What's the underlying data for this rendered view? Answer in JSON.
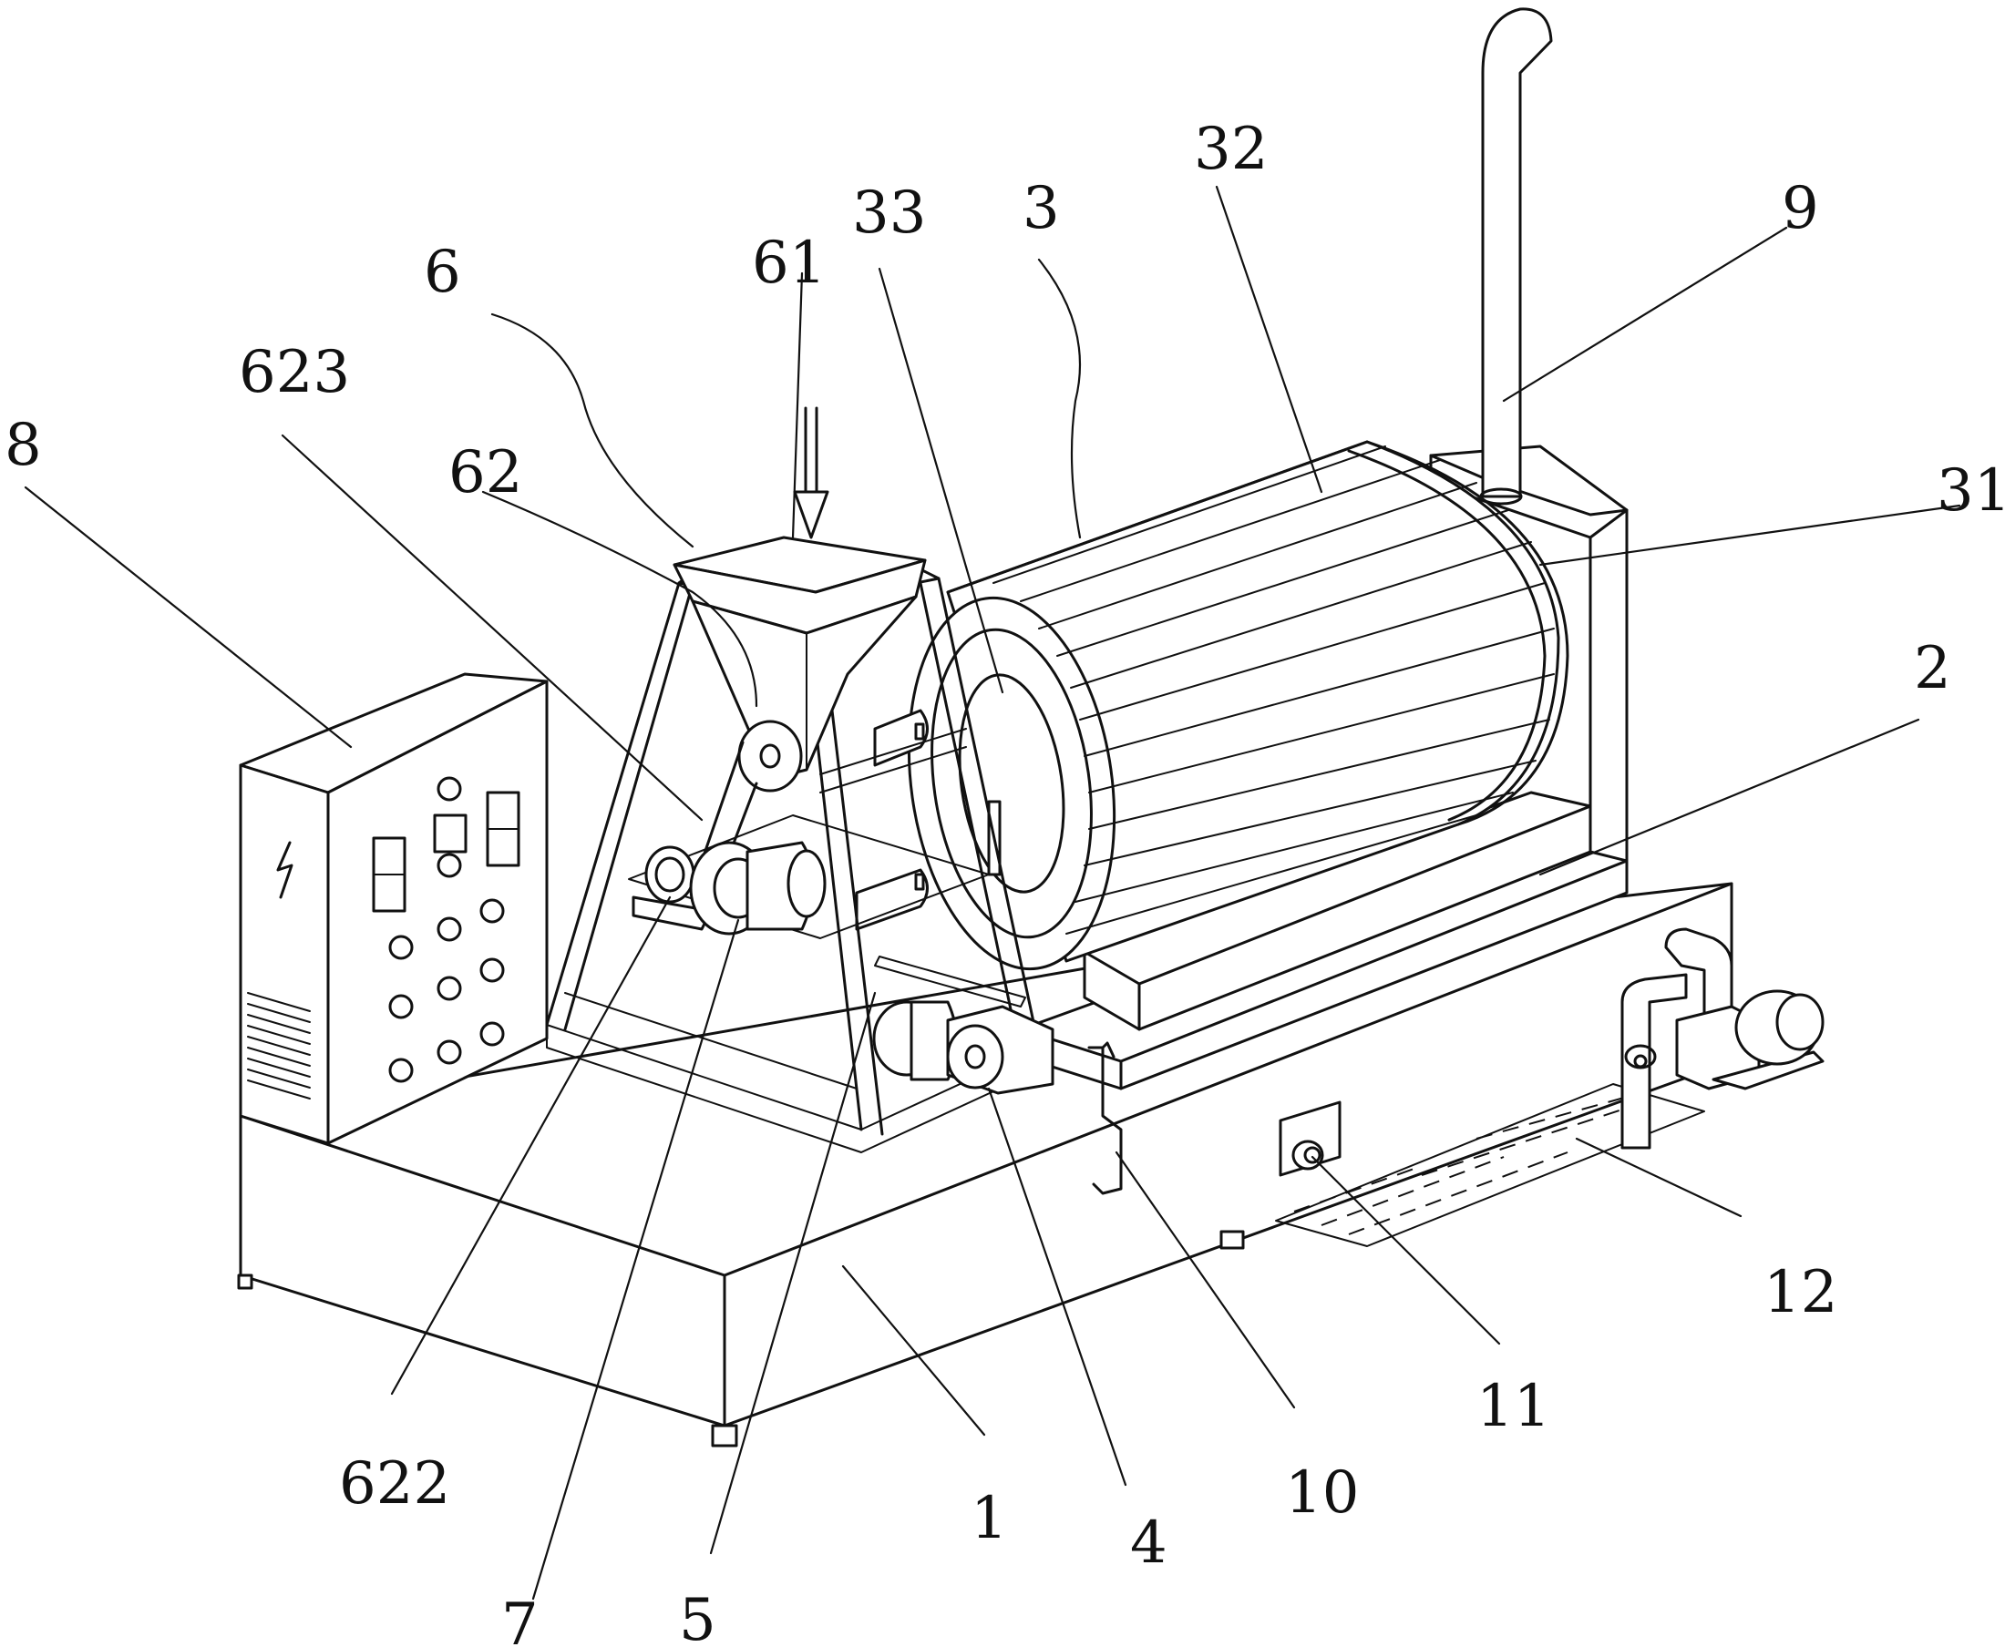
{
  "labels": {
    "l1": "1",
    "l2": "2",
    "l3": "3",
    "l4": "4",
    "l5": "5",
    "l6": "6",
    "l7": "7",
    "l8": "8",
    "l9": "9",
    "l10": "10",
    "l11": "11",
    "l12": "12",
    "l31": "31",
    "l32": "32",
    "l33": "33",
    "l61": "61",
    "l62": "62",
    "l622": "622",
    "l623": "623"
  }
}
